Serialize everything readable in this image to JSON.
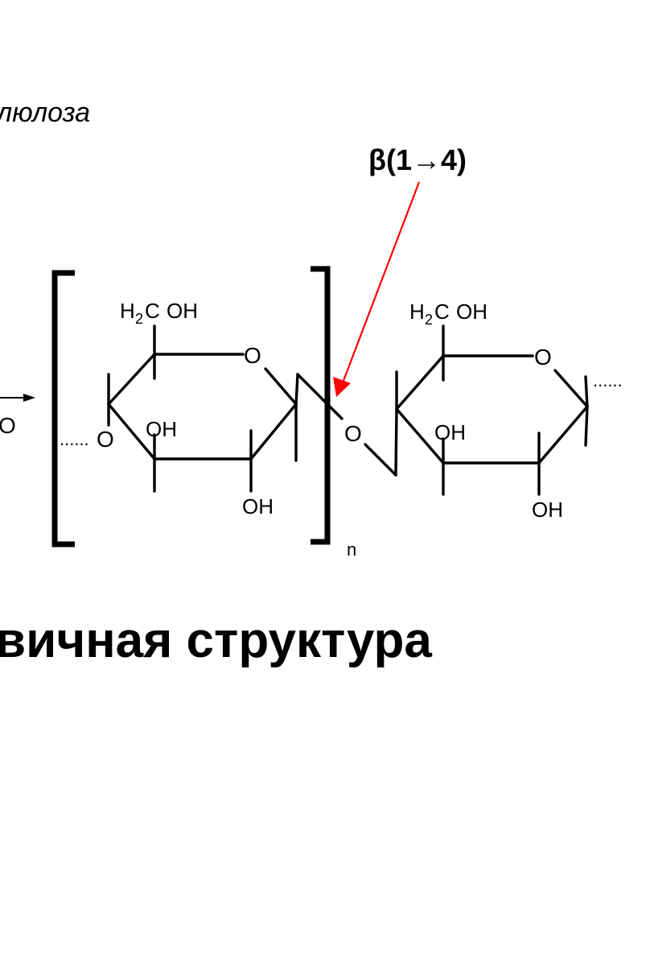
{
  "diagram": {
    "polymer_name": "люлоза",
    "linkage_label": "β(1→4)",
    "repeat_subscript": "n",
    "truncated_oxygen": "O",
    "unit_left": {
      "ch2oh_h": "H",
      "ch2oh_sub": "2",
      "ch2oh_c": "C",
      "ch2oh_oh": "OH",
      "ring_oxygen": "O",
      "left_linkage_oxygen": "O",
      "oh_c3": "OH",
      "oh_c2": "OH"
    },
    "bridge_oxygen": "O",
    "unit_right": {
      "ch2oh_h": "H",
      "ch2oh_sub": "2",
      "ch2oh_c": "C",
      "ch2oh_oh": "OH",
      "ring_oxygen": "O",
      "oh_c3": "OH",
      "oh_c2": "OH"
    },
    "chain_continuation": "......",
    "chain_dots_left": "......",
    "colors": {
      "bonds": "#000000",
      "pointer_arrow": "#ff0000"
    }
  },
  "heading": "вичная структура"
}
